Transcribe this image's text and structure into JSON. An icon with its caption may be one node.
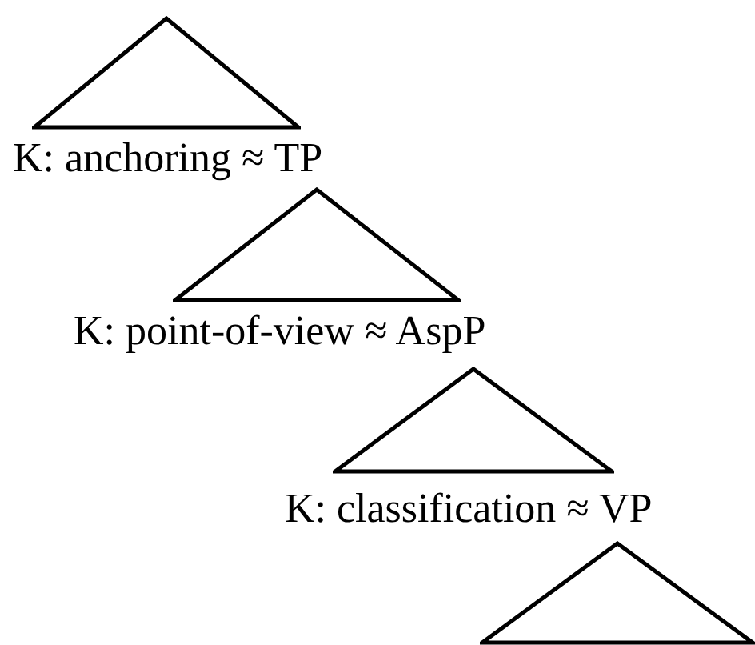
{
  "diagram": {
    "nodes": [
      {
        "text": [],
        "shape": "triangle"
      },
      {
        "text": [
          "K: anchoring ≈ TP"
        ]
      },
      {
        "text": [],
        "shape": "triangle"
      },
      {
        "text": [
          "K: point-of-view ≈ AspP"
        ]
      },
      {
        "text": [],
        "shape": "triangle"
      },
      {
        "text": [
          "K: classification ≈ VP"
        ]
      },
      {
        "text": [],
        "shape": "triangle"
      }
    ]
  }
}
